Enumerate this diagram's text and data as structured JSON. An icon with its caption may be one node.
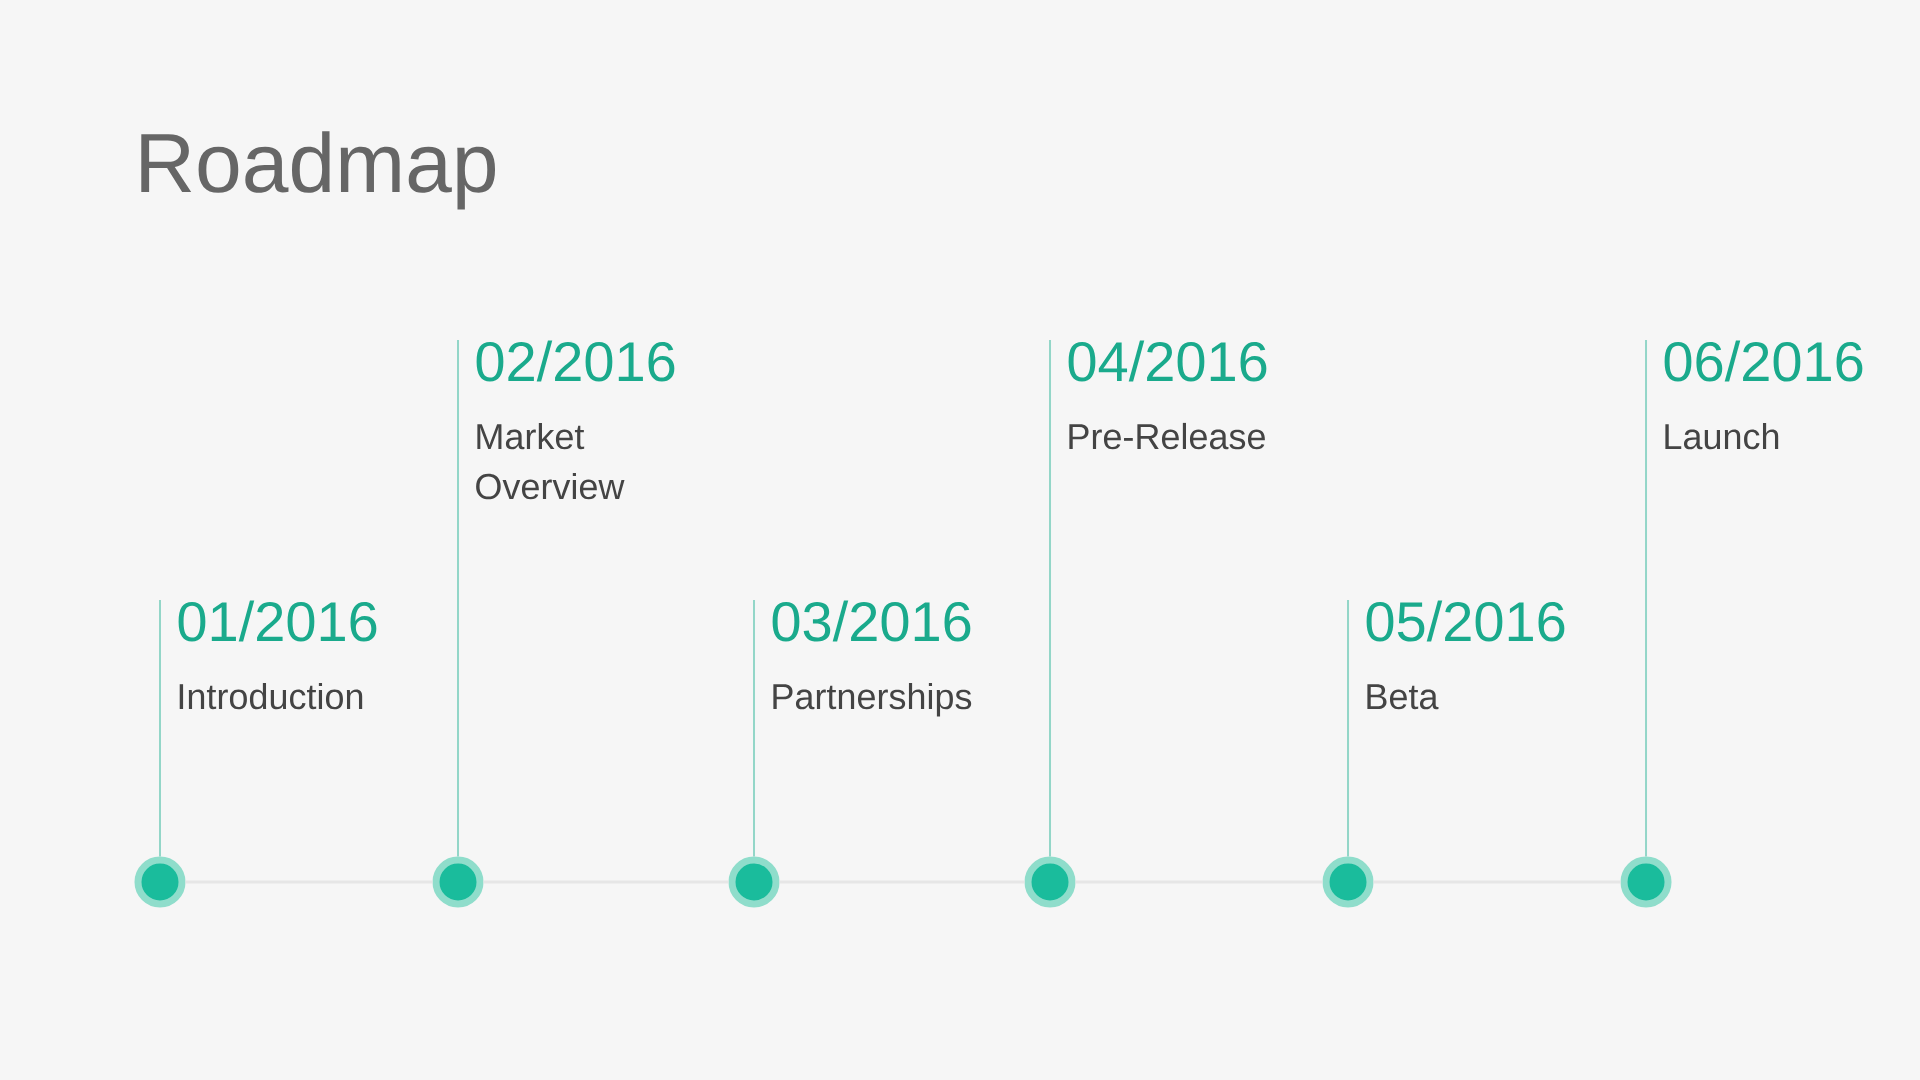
{
  "diagram": {
    "title": "Roadmap",
    "nodes": [
      {
        "text": [
          "01/2016",
          "Introduction"
        ]
      },
      {
        "text": [
          "02/2016",
          "Market Overview"
        ]
      },
      {
        "text": [
          "03/2016",
          "Partnerships"
        ]
      },
      {
        "text": [
          "04/2016",
          "Pre-Release"
        ]
      },
      {
        "text": [
          "05/2016",
          "Beta"
        ]
      },
      {
        "text": [
          "06/2016",
          "Launch"
        ]
      },
      {
        "text": [],
        "shape": "circle"
      },
      {
        "text": [],
        "shape": "circle"
      },
      {
        "text": [],
        "shape": "circle"
      },
      {
        "text": [],
        "shape": "circle"
      },
      {
        "text": [],
        "shape": "circle"
      },
      {
        "text": [],
        "shape": "circle"
      }
    ],
    "edges": [
      {
        "from": 6,
        "to": 0,
        "arrow": "none"
      },
      {
        "from": 7,
        "to": 1,
        "arrow": "none"
      },
      {
        "from": 8,
        "to": 2,
        "arrow": "none"
      },
      {
        "from": 9,
        "to": 3,
        "arrow": "none"
      },
      {
        "from": 10,
        "to": 4,
        "arrow": "none"
      },
      {
        "from": 11,
        "to": 5,
        "arrow": "none"
      },
      {
        "from": 6,
        "to": 7,
        "arrow": "none",
        "color": "#e6e6e6"
      },
      {
        "from": 7,
        "to": 8,
        "arrow": "none",
        "color": "#e6e6e6"
      },
      {
        "from": 8,
        "to": 9,
        "arrow": "none",
        "color": "#e6e6e6"
      },
      {
        "from": 9,
        "to": 10,
        "arrow": "none",
        "color": "#e6e6e6"
      },
      {
        "from": 10,
        "to": 11,
        "arrow": "none",
        "color": "#e6e6e6"
      }
    ]
  }
}
